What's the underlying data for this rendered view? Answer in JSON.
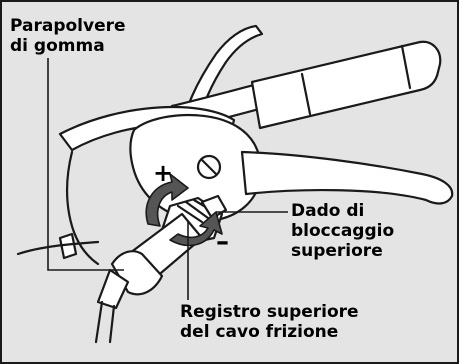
{
  "labels": {
    "dust_boot": [
      "Parapolvere",
      "di gomma"
    ],
    "lock_nut": [
      "Dado di",
      "bloccaggio",
      "superiore"
    ],
    "cable_adjuster": [
      "Registro superiore",
      "del cavo frizione"
    ]
  },
  "signs": {
    "plus": "+",
    "minus": "–"
  },
  "colors": {
    "background": "#e4e4e4",
    "line": "#1a1a1a",
    "part_fill": "#ffffff",
    "arrow_fill": "#555555"
  }
}
